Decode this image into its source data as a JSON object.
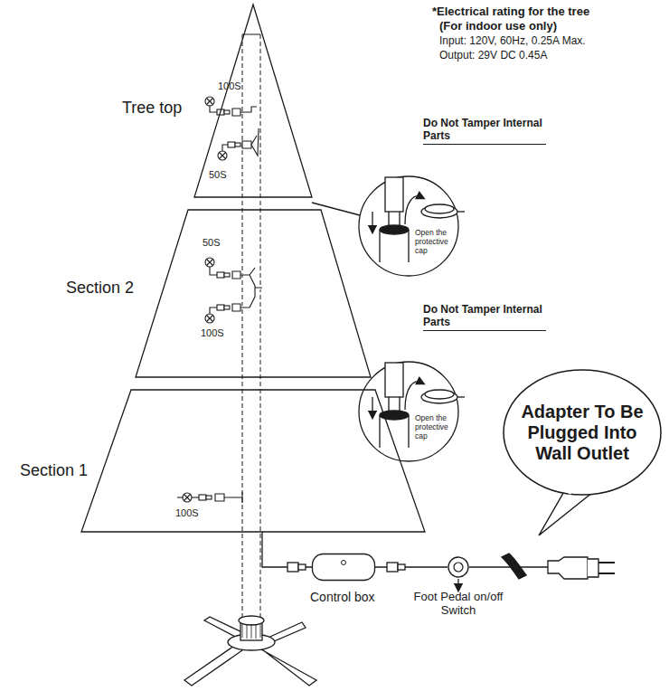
{
  "diagram": {
    "nodes": [
      {
        "text": [
          "Tree top",
          "100S",
          "50S"
        ]
      },
      {
        "text": [
          "Section 2",
          "50S",
          "100S"
        ]
      },
      {
        "text": [
          "Section 1",
          "100S"
        ]
      },
      {
        "text": [
          "Control box"
        ]
      },
      {
        "text": [
          "Foot Pedal on/off Switch"
        ]
      },
      {
        "text": [
          "Adapter To Be Plugged Into Wall Outlet"
        ]
      }
    ],
    "edges": [
      {
        "from": 2,
        "to": 3,
        "arrow": "none"
      },
      {
        "from": 3,
        "to": 4,
        "arrow": "none"
      }
    ],
    "labels": [
      "*Electrical rating for the tree",
      "(For indoor use only)",
      "Input: 120V, 60Hz, 0.25A Max.",
      "Output: 29V DC 0.45A",
      "Do Not Tamper Internal Parts",
      "Open the protective cap",
      "Do Not Tamper Internal Parts",
      "Open the protective cap"
    ]
  }
}
